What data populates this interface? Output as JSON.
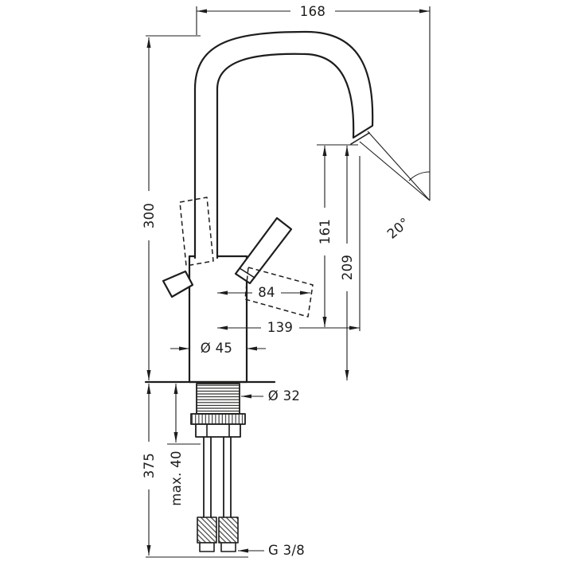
{
  "drawing": {
    "background": "#ffffff",
    "ink": "#1d1d1b",
    "labels": {
      "top_width": "168",
      "height_above_deck": "300",
      "outlet_drop": "161",
      "outlet_height": "209",
      "handle_projection": "84",
      "spout_reach": "139",
      "body_diameter": "Ø 45",
      "shank_diameter": "Ø 32",
      "spout_angle": "20°",
      "height_below_deck": "375",
      "max_deck_thickness": "max. 40",
      "connection_thread": "G 3/8"
    }
  }
}
